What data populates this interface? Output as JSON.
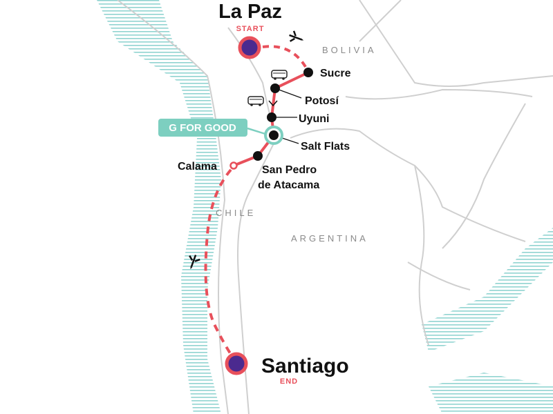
{
  "colors": {
    "route": "#e8505b",
    "marker_fill": "#4b2a8f",
    "good": "#7dcfc0",
    "border": "#cfcfcf",
    "coast": "#8fd3d0"
  },
  "countries": [
    "BOLIVIA",
    "CHILE",
    "ARGENTINA"
  ],
  "start": {
    "name": "La Paz",
    "tag": "START"
  },
  "end": {
    "name": "Santiago",
    "tag": "END"
  },
  "stops": [
    "Sucre",
    "Potosí",
    "Uyuni",
    "Salt Flats",
    "Calama"
  ],
  "san_pedro": [
    "San Pedro",
    "de Atacama"
  ],
  "badge": "G FOR GOOD",
  "icons": [
    "plane-icon",
    "bus-icon",
    "chevron-down-icon"
  ]
}
